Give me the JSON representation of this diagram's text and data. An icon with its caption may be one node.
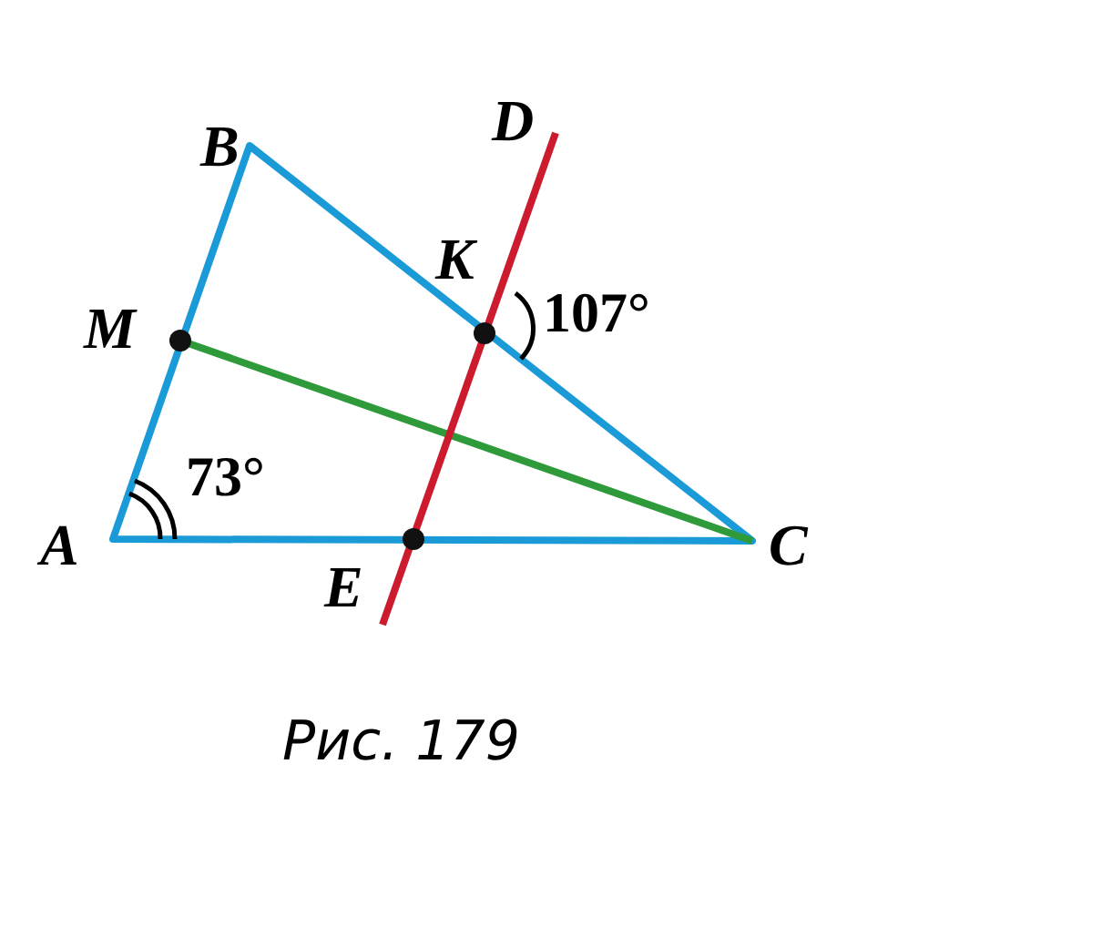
{
  "diagram": {
    "caption": "Рис. 179",
    "labels": [
      "B",
      "D",
      "K",
      "107°",
      "M",
      "73°",
      "A",
      "E",
      "C"
    ]
  }
}
